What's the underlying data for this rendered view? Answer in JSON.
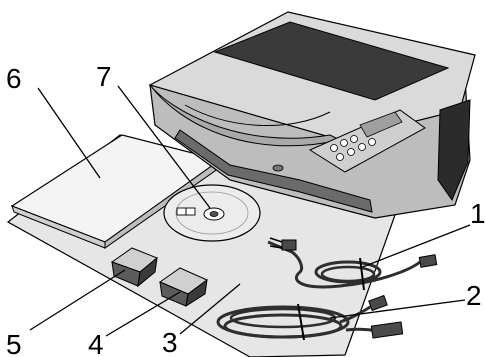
{
  "figure": {
    "callouts": {
      "printer": "1",
      "usb_cable": "2",
      "setup_sheet": "3",
      "black_cartridge": "4",
      "color_cartridge": "5",
      "manual": "6",
      "cd": "7"
    },
    "colors": {
      "line": "#000000",
      "printer_body": "#d9d9d9",
      "printer_lid": "#3a3a3a",
      "paper": "#e6e6e6",
      "cd": "#ececec",
      "cable": "#2e2e2e"
    }
  }
}
